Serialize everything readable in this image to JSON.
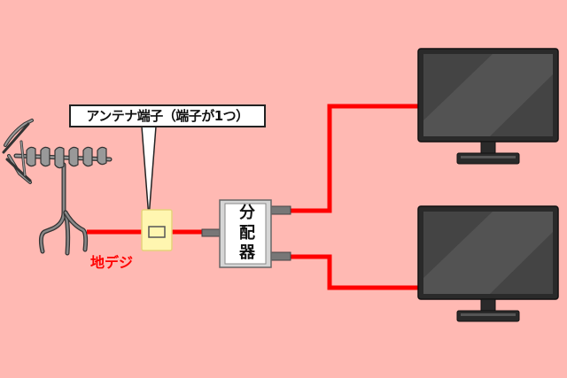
{
  "callout": {
    "text": "アンテナ端子（端子が1つ）"
  },
  "signal": {
    "label": "地デジ"
  },
  "splitter": {
    "chars": [
      "分",
      "配",
      "器"
    ]
  },
  "colors": {
    "background": "#ffb9b3",
    "cable": "#ff0000",
    "tv_body": "#2a2a2a",
    "tv_screen": "#444444",
    "splitter_box": "#ffffff",
    "outlet": "#fff6b0"
  },
  "icons": [
    "uhf-antenna-icon",
    "wall-antenna-outlet-icon",
    "splitter-icon",
    "television-icon"
  ]
}
